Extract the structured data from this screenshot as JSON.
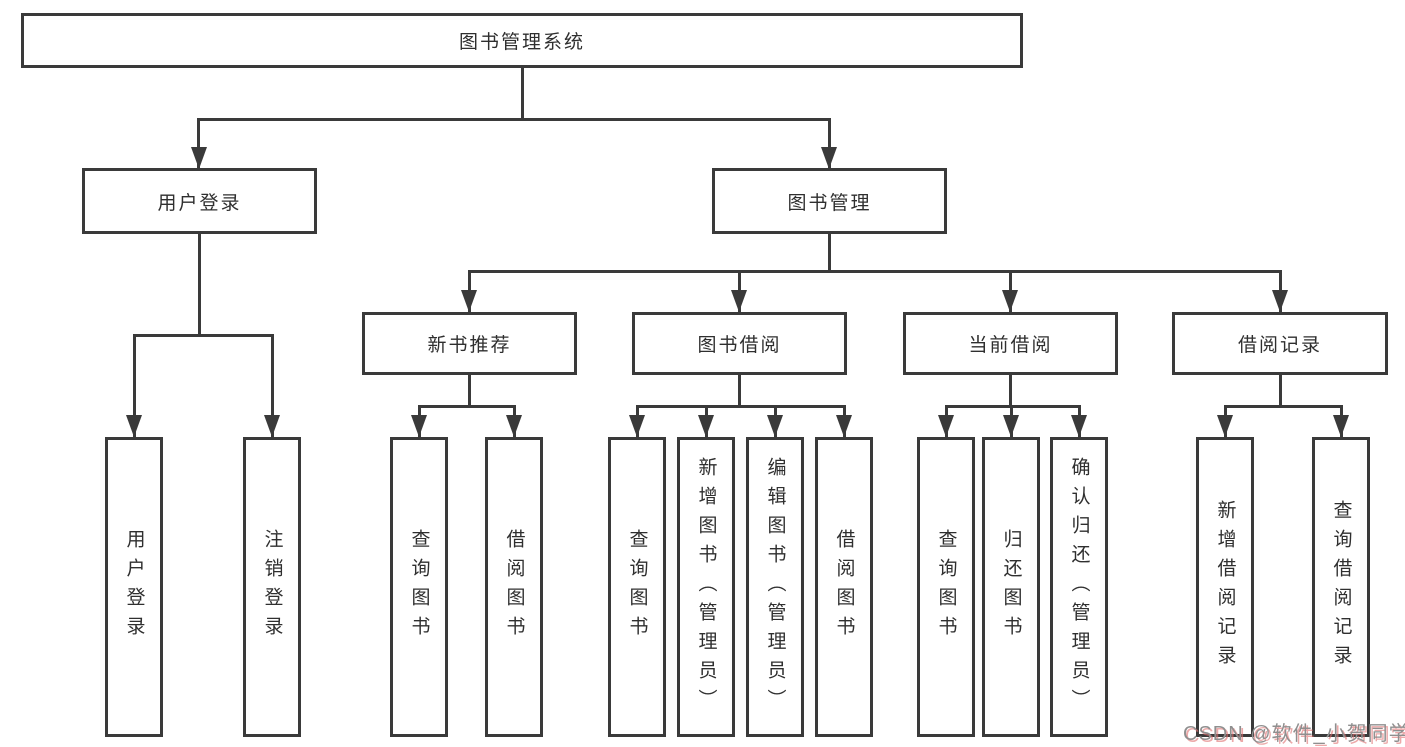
{
  "diagram_title": "图书管理系统",
  "colors": {
    "line": "#3a3a3a",
    "text": "#2f2f2f",
    "background": "#ffffff",
    "watermark_text": "#8f8f8f",
    "watermark_shadow": "#e07070"
  },
  "tree": {
    "root": {
      "label": "图书管理系统",
      "children": [
        {
          "label": "用户登录",
          "children": [
            {
              "label": "用户登录"
            },
            {
              "label": "注销登录"
            }
          ]
        },
        {
          "label": "图书管理",
          "children": [
            {
              "label": "新书推荐",
              "children": [
                {
                  "label": "查询图书"
                },
                {
                  "label": "借阅图书"
                }
              ]
            },
            {
              "label": "图书借阅",
              "children": [
                {
                  "label": "查询图书"
                },
                {
                  "label": "新增图书（管理员）"
                },
                {
                  "label": "编辑图书（管理员）"
                },
                {
                  "label": "借阅图书"
                }
              ]
            },
            {
              "label": "当前借阅",
              "children": [
                {
                  "label": "查询图书"
                },
                {
                  "label": "归还图书"
                },
                {
                  "label": "确认归还（管理员）"
                }
              ]
            },
            {
              "label": "借阅记录",
              "children": [
                {
                  "label": "新增借阅记录"
                },
                {
                  "label": "查询借阅记录"
                }
              ]
            }
          ]
        }
      ]
    }
  },
  "watermark": {
    "text": "CSDN @软件_小贺同学"
  }
}
